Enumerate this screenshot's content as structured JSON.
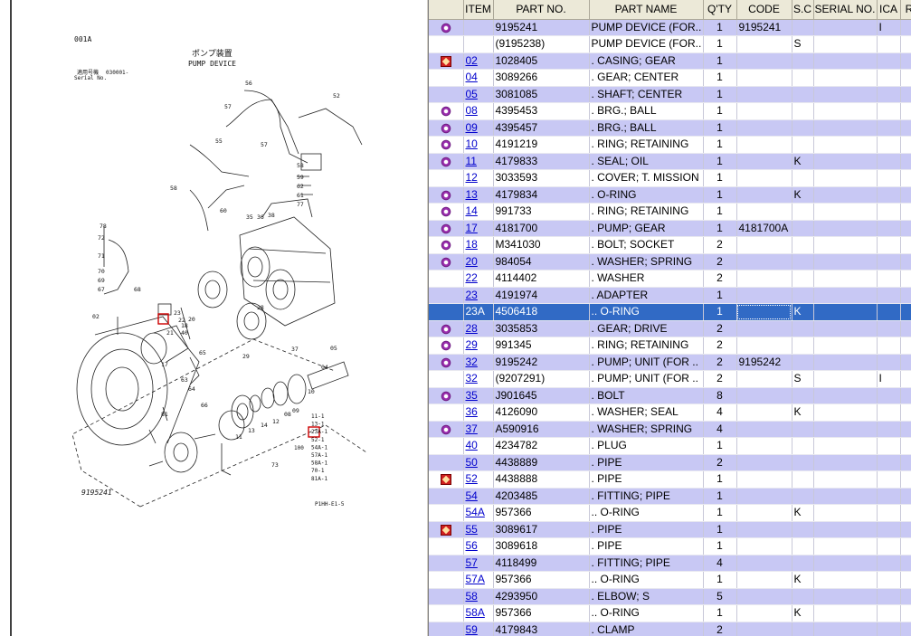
{
  "diagram": {
    "sheet_code": "001A",
    "title_jp": "ポンプ装置",
    "title_en": "PUMP DEVICE",
    "applicable_label_jp": "適用号機",
    "applicable_value": "030001-",
    "serial_label": "Serial No.",
    "part_number": "9195241",
    "drawing_code": "P1HH-E1-5",
    "callouts": [
      "56",
      "57",
      "52",
      "55",
      "57",
      "58",
      "60",
      "58",
      "59",
      "62",
      "61",
      "77",
      "78",
      "72",
      "71",
      "70",
      "69",
      "67",
      "68",
      "02",
      "23",
      "22",
      "20",
      "18",
      "21",
      "40",
      "17",
      "63",
      "64",
      "66",
      "65",
      "29",
      "28",
      "37",
      "35",
      "36",
      "38",
      "04",
      "05",
      "10",
      "09",
      "08",
      "12",
      "14",
      "13",
      "11",
      "81",
      "73"
    ],
    "legend_items": [
      "11-1",
      "13-1",
      "23A-1",
      "52-1",
      "54A-1",
      "57A-1",
      "58A-1",
      "70-1",
      "81A-1"
    ],
    "legend_group": "100"
  },
  "table": {
    "columns": [
      "",
      "ITEM",
      "PART NO.",
      "PART NAME",
      "Q'TY",
      "CODE",
      "S.C",
      "SERIAL NO.",
      "ICA",
      "R"
    ],
    "rows": [
      {
        "icon": "gear",
        "item": "",
        "part_no": "9195241",
        "name": "PUMP DEVICE (FOR..",
        "qty": "1",
        "code": "9195241",
        "sc": "",
        "serial": "",
        "ica": "I",
        "style": "alt"
      },
      {
        "icon": "",
        "item": "",
        "part_no": "(9195238)",
        "name": "PUMP DEVICE (FOR..",
        "qty": "1",
        "code": "",
        "sc": "S",
        "serial": "",
        "ica": "",
        "style": "plain"
      },
      {
        "icon": "flag",
        "item": "02",
        "part_no": "1028405",
        "name": ". CASING; GEAR",
        "qty": "1",
        "code": "",
        "sc": "",
        "serial": "",
        "ica": "",
        "style": "alt"
      },
      {
        "icon": "",
        "item": "04",
        "part_no": "3089266",
        "name": ". GEAR; CENTER",
        "qty": "1",
        "code": "",
        "sc": "",
        "serial": "",
        "ica": "",
        "style": "plain"
      },
      {
        "icon": "",
        "item": "05",
        "part_no": "3081085",
        "name": ". SHAFT; CENTER",
        "qty": "1",
        "code": "",
        "sc": "",
        "serial": "",
        "ica": "",
        "style": "alt"
      },
      {
        "icon": "gear",
        "item": "08",
        "part_no": "4395453",
        "name": ". BRG.; BALL",
        "qty": "1",
        "code": "",
        "sc": "",
        "serial": "",
        "ica": "",
        "style": "plain"
      },
      {
        "icon": "gear",
        "item": "09",
        "part_no": "4395457",
        "name": ". BRG.; BALL",
        "qty": "1",
        "code": "",
        "sc": "",
        "serial": "",
        "ica": "",
        "style": "alt"
      },
      {
        "icon": "gear",
        "item": "10",
        "part_no": "4191219",
        "name": ". RING; RETAINING",
        "qty": "1",
        "code": "",
        "sc": "",
        "serial": "",
        "ica": "",
        "style": "plain"
      },
      {
        "icon": "gear",
        "item": "11",
        "part_no": "4179833",
        "name": ". SEAL; OIL",
        "qty": "1",
        "code": "",
        "sc": "K",
        "serial": "",
        "ica": "",
        "style": "alt"
      },
      {
        "icon": "",
        "item": "12",
        "part_no": "3033593",
        "name": ". COVER; T. MISSION",
        "qty": "1",
        "code": "",
        "sc": "",
        "serial": "",
        "ica": "",
        "style": "plain"
      },
      {
        "icon": "gear",
        "item": "13",
        "part_no": "4179834",
        "name": ". O-RING",
        "qty": "1",
        "code": "",
        "sc": "K",
        "serial": "",
        "ica": "",
        "style": "alt"
      },
      {
        "icon": "gear",
        "item": "14",
        "part_no": "991733",
        "name": ". RING; RETAINING",
        "qty": "1",
        "code": "",
        "sc": "",
        "serial": "",
        "ica": "",
        "style": "plain"
      },
      {
        "icon": "gear",
        "item": "17",
        "part_no": "4181700",
        "name": ". PUMP; GEAR",
        "qty": "1",
        "code": "4181700A",
        "sc": "",
        "serial": "",
        "ica": "",
        "style": "alt"
      },
      {
        "icon": "gear",
        "item": "18",
        "part_no": "M341030",
        "name": ". BOLT; SOCKET",
        "qty": "2",
        "code": "",
        "sc": "",
        "serial": "",
        "ica": "",
        "style": "plain"
      },
      {
        "icon": "gear",
        "item": "20",
        "part_no": "984054",
        "name": ". WASHER; SPRING",
        "qty": "2",
        "code": "",
        "sc": "",
        "serial": "",
        "ica": "",
        "style": "alt"
      },
      {
        "icon": "",
        "item": "22",
        "part_no": "4114402",
        "name": ". WASHER",
        "qty": "2",
        "code": "",
        "sc": "",
        "serial": "",
        "ica": "",
        "style": "plain"
      },
      {
        "icon": "",
        "item": "23",
        "part_no": "4191974",
        "name": ". ADAPTER",
        "qty": "1",
        "code": "",
        "sc": "",
        "serial": "",
        "ica": "",
        "style": "alt"
      },
      {
        "icon": "",
        "item": "23A",
        "part_no": "4506418",
        "name": ".. O-RING",
        "qty": "1",
        "code": "",
        "sc": "K",
        "serial": "",
        "ica": "",
        "style": "sel"
      },
      {
        "icon": "gear",
        "item": "28",
        "part_no": "3035853",
        "name": ". GEAR; DRIVE",
        "qty": "2",
        "code": "",
        "sc": "",
        "serial": "",
        "ica": "",
        "style": "alt"
      },
      {
        "icon": "gear",
        "item": "29",
        "part_no": "991345",
        "name": ". RING; RETAINING",
        "qty": "2",
        "code": "",
        "sc": "",
        "serial": "",
        "ica": "",
        "style": "plain"
      },
      {
        "icon": "gear",
        "item": "32",
        "part_no": "9195242",
        "name": ". PUMP; UNIT (FOR ..",
        "qty": "2",
        "code": "9195242",
        "sc": "",
        "serial": "",
        "ica": "",
        "style": "alt"
      },
      {
        "icon": "",
        "item": "32",
        "part_no": "(9207291)",
        "name": ". PUMP; UNIT (FOR ..",
        "qty": "2",
        "code": "",
        "sc": "S",
        "serial": "",
        "ica": "I",
        "style": "plain"
      },
      {
        "icon": "gear",
        "item": "35",
        "part_no": "J901645",
        "name": ". BOLT",
        "qty": "8",
        "code": "",
        "sc": "",
        "serial": "",
        "ica": "",
        "style": "alt"
      },
      {
        "icon": "",
        "item": "36",
        "part_no": "4126090",
        "name": ". WASHER; SEAL",
        "qty": "4",
        "code": "",
        "sc": "K",
        "serial": "",
        "ica": "",
        "style": "plain"
      },
      {
        "icon": "gear",
        "item": "37",
        "part_no": "A590916",
        "name": ". WASHER; SPRING",
        "qty": "4",
        "code": "",
        "sc": "",
        "serial": "",
        "ica": "",
        "style": "alt"
      },
      {
        "icon": "",
        "item": "40",
        "part_no": "4234782",
        "name": ". PLUG",
        "qty": "1",
        "code": "",
        "sc": "",
        "serial": "",
        "ica": "",
        "style": "plain"
      },
      {
        "icon": "",
        "item": "50",
        "part_no": "4438889",
        "name": ". PIPE",
        "qty": "2",
        "code": "",
        "sc": "",
        "serial": "",
        "ica": "",
        "style": "alt"
      },
      {
        "icon": "flag",
        "item": "52",
        "part_no": "4438888",
        "name": ". PIPE",
        "qty": "1",
        "code": "",
        "sc": "",
        "serial": "",
        "ica": "",
        "style": "plain"
      },
      {
        "icon": "",
        "item": "54",
        "part_no": "4203485",
        "name": ". FITTING; PIPE",
        "qty": "1",
        "code": "",
        "sc": "",
        "serial": "",
        "ica": "",
        "style": "alt"
      },
      {
        "icon": "",
        "item": "54A",
        "part_no": "957366",
        "name": ".. O-RING",
        "qty": "1",
        "code": "",
        "sc": "K",
        "serial": "",
        "ica": "",
        "style": "plain"
      },
      {
        "icon": "flag",
        "item": "55",
        "part_no": "3089617",
        "name": ". PIPE",
        "qty": "1",
        "code": "",
        "sc": "",
        "serial": "",
        "ica": "",
        "style": "alt"
      },
      {
        "icon": "",
        "item": "56",
        "part_no": "3089618",
        "name": ". PIPE",
        "qty": "1",
        "code": "",
        "sc": "",
        "serial": "",
        "ica": "",
        "style": "plain"
      },
      {
        "icon": "",
        "item": "57",
        "part_no": "4118499",
        "name": ". FITTING; PIPE",
        "qty": "4",
        "code": "",
        "sc": "",
        "serial": "",
        "ica": "",
        "style": "alt"
      },
      {
        "icon": "",
        "item": "57A",
        "part_no": "957366",
        "name": ".. O-RING",
        "qty": "1",
        "code": "",
        "sc": "K",
        "serial": "",
        "ica": "",
        "style": "plain"
      },
      {
        "icon": "",
        "item": "58",
        "part_no": "4293950",
        "name": ". ELBOW; S",
        "qty": "5",
        "code": "",
        "sc": "",
        "serial": "",
        "ica": "",
        "style": "alt"
      },
      {
        "icon": "",
        "item": "58A",
        "part_no": "957366",
        "name": ".. O-RING",
        "qty": "1",
        "code": "",
        "sc": "K",
        "serial": "",
        "ica": "",
        "style": "plain"
      },
      {
        "icon": "",
        "item": "59",
        "part_no": "4179843",
        "name": ". CLAMP",
        "qty": "2",
        "code": "",
        "sc": "",
        "serial": "",
        "ica": "",
        "style": "alt"
      }
    ]
  },
  "colors": {
    "alt_row": "#c8c8f4",
    "selected_row": "#316ac5",
    "link": "#0000cc",
    "header_bg": "#ece9d8",
    "highlight_box": "#cc0000"
  }
}
